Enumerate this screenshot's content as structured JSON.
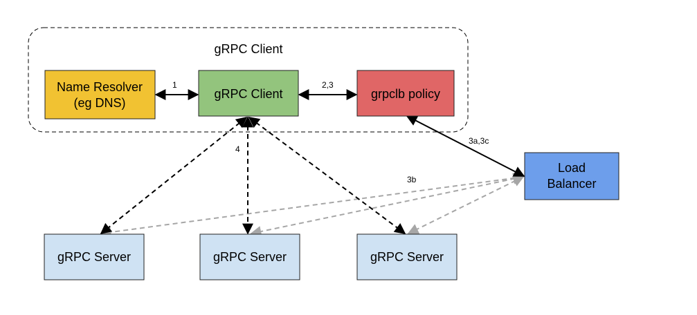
{
  "group": {
    "label": "gRPC Client"
  },
  "nodes": {
    "name_resolver": {
      "line1": "Name Resolver",
      "line2": "(eg DNS)",
      "fill": "#f1c232"
    },
    "grpc_client": {
      "label": "gRPC Client",
      "fill": "#93c47d"
    },
    "grpclb_policy": {
      "label": "grpclb policy",
      "fill": "#e06666"
    },
    "load_balancer": {
      "line1": "Load",
      "line2": "Balancer",
      "fill": "#6d9eeb"
    },
    "server_1": {
      "label": "gRPC Server",
      "fill": "#cfe2f3"
    },
    "server_2": {
      "label": "gRPC Server",
      "fill": "#cfe2f3"
    },
    "server_3": {
      "label": "gRPC Server",
      "fill": "#cfe2f3"
    }
  },
  "edges": {
    "resolver_client": {
      "label": "1"
    },
    "client_policy": {
      "label": "2,3"
    },
    "policy_balancer": {
      "label": "3a,3c"
    },
    "client_servers": {
      "label": "4"
    },
    "balancer_servers": {
      "label": "3b"
    }
  },
  "colors": {
    "stroke": "#222222",
    "solid_arrow": "#000000",
    "dashed_dark": "#000000",
    "dashed_light": "#a6a6a6",
    "group_border": "#000000"
  }
}
